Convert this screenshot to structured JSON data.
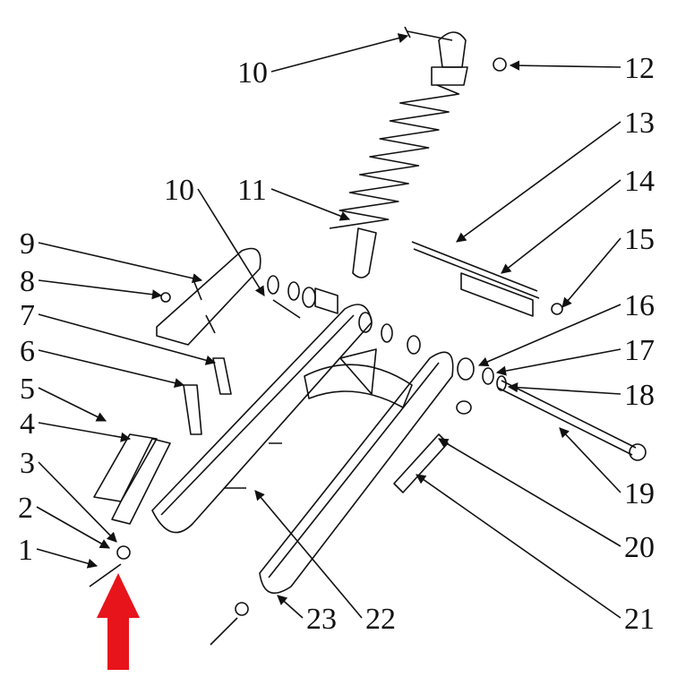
{
  "diagram": {
    "callouts": [
      "1",
      "2",
      "3",
      "4",
      "5",
      "6",
      "7",
      "8",
      "9",
      "10",
      "10",
      "11",
      "12",
      "13",
      "14",
      "15",
      "16",
      "17",
      "18",
      "19",
      "20",
      "21",
      "22",
      "23"
    ],
    "highlight_color": "#e8141b"
  }
}
